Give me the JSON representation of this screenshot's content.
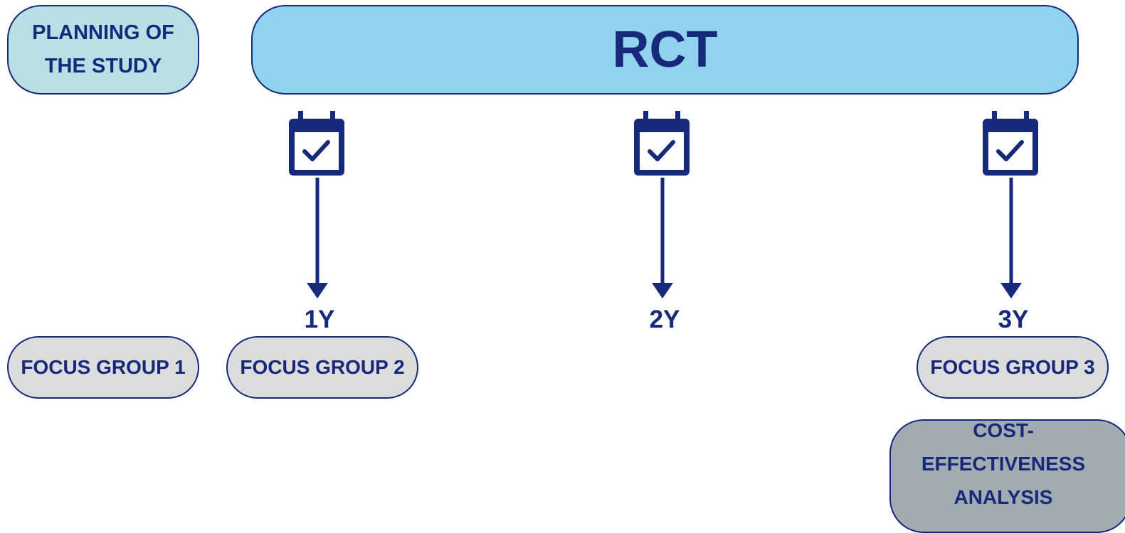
{
  "planning": {
    "line1": "PLANNING OF",
    "line2": "THE STUDY"
  },
  "rct": {
    "label": "RCT"
  },
  "timepoints": [
    {
      "label": "1Y"
    },
    {
      "label": "2Y"
    },
    {
      "label": "3Y"
    }
  ],
  "focus_groups": [
    {
      "label": "FOCUS GROUP 1"
    },
    {
      "label": "FOCUS GROUP 2"
    },
    {
      "label": "FOCUS GROUP 3"
    }
  ],
  "cost_effectiveness": {
    "line1": "COST-",
    "line2": "EFFECTIVENESS",
    "line3": "ANALYSIS"
  },
  "icons": {
    "timepoint": "calendar-check-icon"
  },
  "colors": {
    "navy": "#16297a",
    "rct_fill": "#91d3ec",
    "planning_fill": "#b8e0e4",
    "focus_fill": "#dcdcdc",
    "analysis_fill": "#a2abaf"
  }
}
